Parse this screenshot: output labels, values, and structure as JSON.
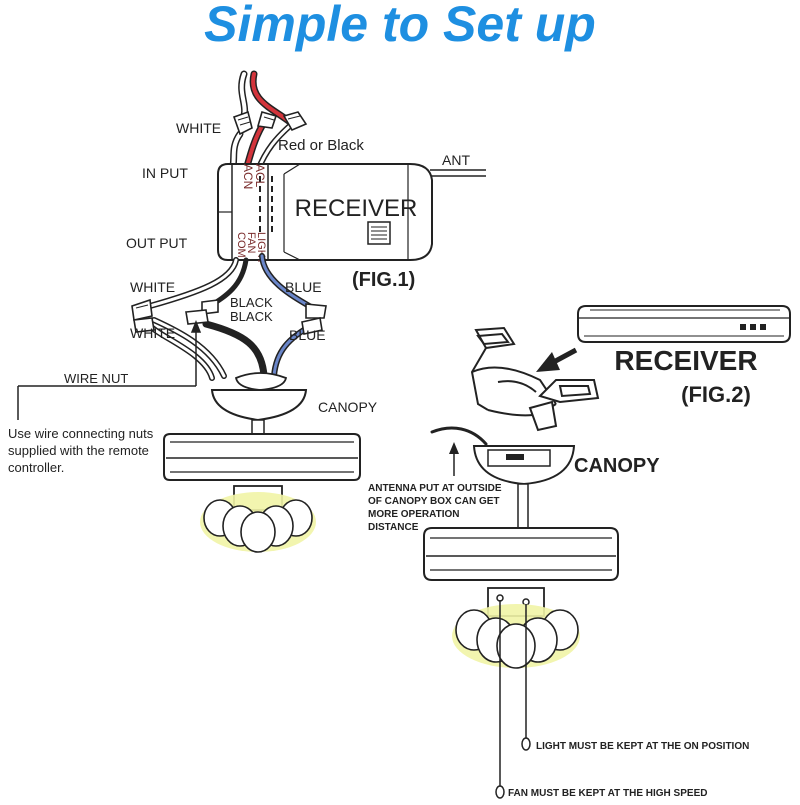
{
  "heading": "Simple to Set up",
  "fig1": {
    "label_white_top": "WHITE",
    "label_red_black": "Red or Black",
    "label_input": "IN PUT",
    "label_ant": "ANT",
    "terminal_ac_l": "ACL",
    "terminal_ac_n": "ACN",
    "receiver_label": "RECEIVER",
    "label_output": "OUT PUT",
    "terminal_light": "LIGHT",
    "terminal_fan": "FAN",
    "terminal_com": "COM",
    "label_white_1": "WHITE",
    "label_black_1": "BLACK",
    "label_blue_1": "BLUE",
    "label_black_2": "BLACK",
    "label_white_2": "WHITE",
    "label_blue_2": "BLUE",
    "label_wire_nut": "WIRE NUT",
    "label_canopy": "CANOPY",
    "note_line1": "Use wire connecting nuts",
    "note_line2": "supplied with the remote",
    "note_line3": "controller.",
    "caption": "(FIG.1)"
  },
  "fig2": {
    "receiver_label": "RECEIVER",
    "caption": "(FIG.2)",
    "label_canopy": "CANOPY",
    "antenna_note_line1": "ANTENNA PUT AT OUTSIDE",
    "antenna_note_line2": "OF CANOPY BOX CAN GET",
    "antenna_note_line3": "MORE OPERATION",
    "antenna_note_line4": "DISTANCE",
    "note_light": "LIGHT MUST BE KEPT AT THE ON POSITION",
    "note_fan": "FAN MUST BE KEPT AT THE HIGH SPEED"
  },
  "colors": {
    "heading": "#1e8fe1",
    "red_wire": "#d3343b",
    "blue_wire": "#6a86c9",
    "glow": "#f1f4a6",
    "dark_text": "#7a2c2c"
  }
}
